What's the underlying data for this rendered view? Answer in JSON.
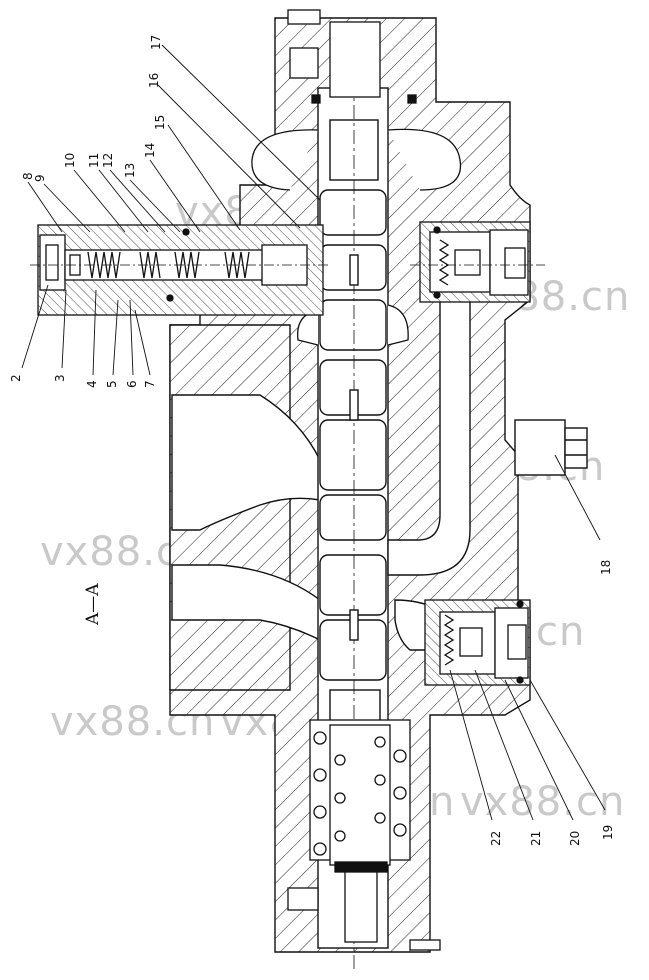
{
  "section_label": "A—A",
  "watermark": "vx88.cn",
  "part_numbers": [
    "2",
    "3",
    "4",
    "5",
    "6",
    "7",
    "8",
    "9",
    "10",
    "11",
    "12",
    "13",
    "14",
    "15",
    "16",
    "17",
    "18",
    "19",
    "20",
    "21",
    "22"
  ]
}
